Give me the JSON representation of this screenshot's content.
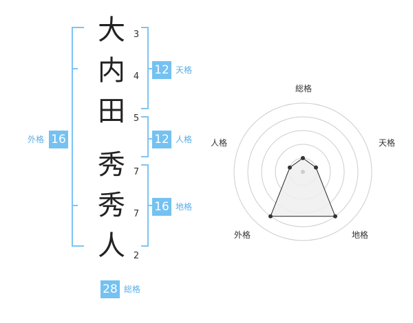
{
  "name": {
    "chars": [
      {
        "char": "大",
        "strokes": "3"
      },
      {
        "char": "内",
        "strokes": "4"
      },
      {
        "char": "田",
        "strokes": "5"
      },
      {
        "char": "秀",
        "strokes": "7"
      },
      {
        "char": "秀",
        "strokes": "7"
      },
      {
        "char": "人",
        "strokes": "2"
      }
    ]
  },
  "fortune": {
    "tenkaku": {
      "label": "天格",
      "value": "12"
    },
    "jinkaku": {
      "label": "人格",
      "value": "12"
    },
    "chikaku": {
      "label": "地格",
      "value": "16"
    },
    "gaikaku": {
      "label": "外格",
      "value": "16"
    },
    "soukaku": {
      "label": "総格",
      "value": "28"
    }
  },
  "colors": {
    "bracket": "#7cc4f4",
    "badge_bg": "#74c1f2",
    "badge_text": "#ffffff",
    "label_text": "#5aaee6",
    "radar_fill": "#eeeeee",
    "radar_line": "#222222"
  },
  "chart_data": {
    "type": "radar",
    "axes": [
      "総格",
      "天格",
      "地格",
      "外格",
      "人格"
    ],
    "values": [
      1,
      1,
      4,
      4,
      1
    ],
    "rmax": 5,
    "grid_rings": 5
  }
}
